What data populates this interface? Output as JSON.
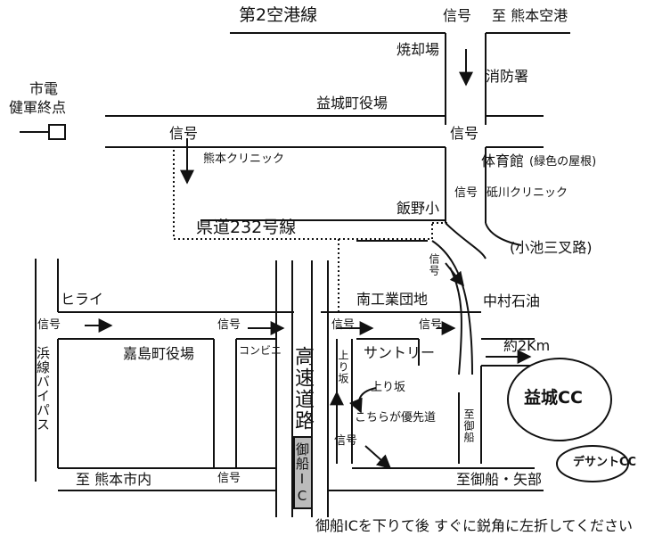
{
  "labels": {
    "route_2_airport": "第2空港線",
    "signal_top_right": "信号",
    "to_kumamoto_airport": "至 熊本空港",
    "incinerator": "焼却場",
    "fire_station": "消防署",
    "streetcar_terminus_1": "市電",
    "streetcar_terminus_2": "健軍終点",
    "mashiki_town_hall": "益城町役場",
    "signal_a": "信号",
    "signal_b": "信号",
    "kumamoto_clinic": "熊本クリニック",
    "gymnasium": "体育館",
    "gymnasium_note": "(緑色の屋根)",
    "signal_c": "信号",
    "togawa_clinic": "砥川クリニック",
    "iino_elementary": "飯野小",
    "prefectural_road": "県道232号線",
    "koike_junction": "(小池三叉路)",
    "signal_d": "信号",
    "hirai": "ヒライ",
    "minami_industrial": "南工業団地",
    "nakamura_oil": "中村石油",
    "signal_e": "信号",
    "signal_f": "信号",
    "signal_g": "信号",
    "signal_h": "信号",
    "hamasen_bypass": "浜線バイパス",
    "kashima_town_hall": "嘉島町役場",
    "convenience_store": "コンビニ",
    "expressway": "高速道路",
    "uphill": "上り坂",
    "suntory": "サントリー",
    "about_2km": "約2Km",
    "uphill_2": "上り坂",
    "priority_notice": "こちらが優先道",
    "mashiki_cc": "益城CC",
    "to_mifune": "至御船",
    "signal_i": "信号",
    "signal_j": "信号",
    "desantcc": "デサントCC",
    "to_kumamoto_city": "至 熊本市内",
    "mifune_ic": "御船IC",
    "to_mifune_yabe": "至御船・矢部",
    "footer_note": "御船ICを下りて後 すぐに鋭角に左折してください"
  }
}
